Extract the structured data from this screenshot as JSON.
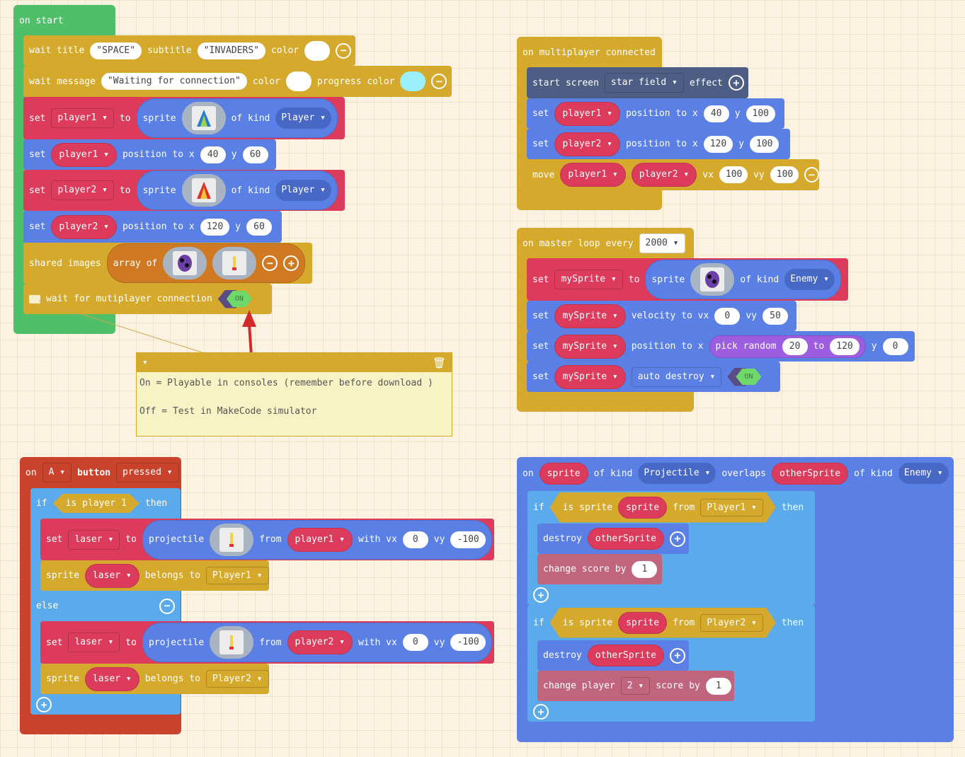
{
  "os": {
    "hat": "on start",
    "wt": "wait title",
    "title": "SPACE",
    "sub_l": "subtitle",
    "sub": "INVADERS",
    "color": "color",
    "wm": "wait message",
    "msg": "Waiting for connection",
    "prog": "progress color",
    "progress_color": "#9cf0fc",
    "set": "set",
    "to": "to",
    "sprite": "sprite",
    "ofkind": "of kind",
    "player1": "player1",
    "player2": "player2",
    "kind": "Player",
    "posto": "position to x",
    "y": "y",
    "p1x": "40",
    "p1y": "60",
    "p2x": "120",
    "p2y": "60",
    "shared": "shared images",
    "arrayof": "array of",
    "wfm": "wait for mutiplayer connection",
    "on": "ON"
  },
  "comment": {
    "line1": "On = Playable in consoles (remember before download )",
    "line2": "Off = Test in MakeCode simulator"
  },
  "mc": {
    "hat": "on multiplayer connected",
    "ss": "start screen",
    "effect_v": "star field",
    "effect": "effect",
    "set": "set",
    "player1": "player1",
    "player2": "player2",
    "posto": "position to x",
    "y": "y",
    "p1x": "40",
    "p1y": "100",
    "p2x": "120",
    "p2y": "100",
    "move": "move",
    "vx": "vx",
    "vy": "vy",
    "mvx": "100",
    "mvy": "100"
  },
  "ml": {
    "hat": "on master loop every",
    "every": "2000",
    "set": "set",
    "var": "mySprite",
    "to": "to",
    "sprite": "sprite",
    "ofkind": "of kind",
    "kind": "Enemy",
    "vel": "velocity to vx",
    "vx": "0",
    "vy_l": "vy",
    "vy": "50",
    "posto": "position to x",
    "pick": "pick random",
    "from": "20",
    "to2": "to",
    "tov": "120",
    "y": "y",
    "yv": "0",
    "auto": "auto destroy",
    "on": "ON"
  },
  "ab": {
    "on": "on",
    "btn": "A",
    "button": "button",
    "ev": "pressed",
    "if": "if",
    "isp": "is player",
    "pn": "1",
    "then": "then",
    "else": "else",
    "set": "set",
    "laser": "laser",
    "to": "to",
    "proj": "projectile",
    "from": "from",
    "p1": "player1",
    "p2": "player2",
    "wvx": "with vx",
    "vx": "0",
    "vy_l": "vy",
    "vy": "-100",
    "spr": "sprite",
    "belongs": "belongs to",
    "k1": "Player1",
    "k2": "Player2"
  },
  "ov": {
    "on": "on",
    "sprite": "sprite",
    "ofkind": "of kind",
    "k1": "Projectile",
    "overlaps": "overlaps",
    "other": "otherSprite",
    "k2": "Enemy",
    "if": "if",
    "is": "is sprite",
    "from": "from",
    "P1": "Player1",
    "P2": "Player2",
    "then": "then",
    "destroy": "destroy",
    "cs": "change score by",
    "one": "1",
    "cp": "change player",
    "pn": "2",
    "scoreby": "score by"
  }
}
